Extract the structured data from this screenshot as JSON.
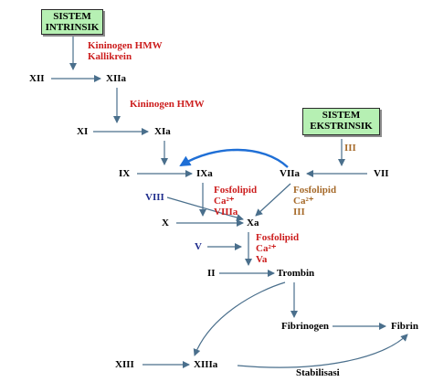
{
  "intrinsic_box": {
    "line1": "SISTEM",
    "line2": "INTRINSIK"
  },
  "extrinsic_box": {
    "line1": "SISTEM",
    "line2": "EKSTRINSIK"
  },
  "factors": {
    "xii": "XII",
    "xiia": "XIIa",
    "xi": "XI",
    "xia": "XIa",
    "ix": "IX",
    "ixa": "IXa",
    "viia": "VIIa",
    "vii": "VII",
    "viii": "VIII",
    "x": "X",
    "xa": "Xa",
    "v": "V",
    "ii": "II",
    "trombin": "Trombin",
    "fibrinogen": "Fibrinogen",
    "fibrin": "Fibrin",
    "xiii": "XIII",
    "xiiia": "XIIIa",
    "stabilisasi": "Stabilisasi",
    "iii": "III"
  },
  "cofactors": {
    "kininogen_hmw_1": "Kininogen HMW",
    "kallikrein": "Kallikrein",
    "kininogen_hmw_2": "Kininogen HMW",
    "ixa_fosfolipid": "Fosfolipid",
    "ixa_ca": "Ca²⁺",
    "ixa_viiia": "VIIIa",
    "viia_fosfolipid": "Fosfolipid",
    "viia_ca": "Ca²⁺",
    "viia_iii": "III",
    "xa_fosfolipid": "Fosfolipid",
    "xa_ca": "Ca²⁺",
    "xa_va": "Va"
  },
  "colors": {
    "box_fill": "#b6f0b3",
    "arrow": "#4a6f8c",
    "activation_arrow": "#1f6fd6",
    "red_text": "#cc1d1d",
    "blue_text": "#1f2d8c",
    "brown_text": "#a66a2a"
  }
}
